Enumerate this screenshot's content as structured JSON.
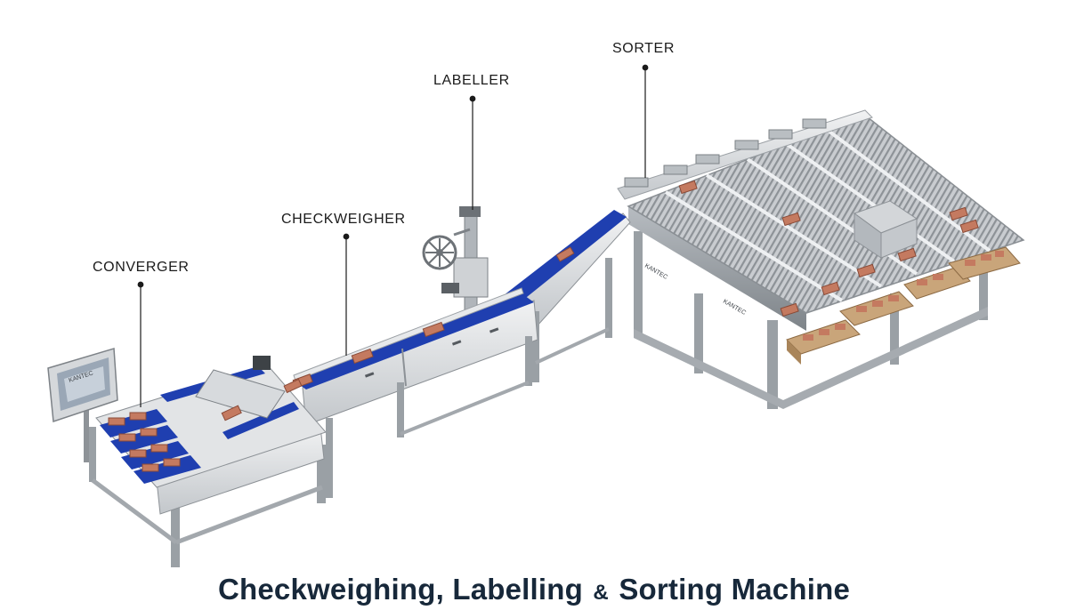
{
  "labels": {
    "sorter": "SORTER",
    "labeller": "LABELLER",
    "checkweigher": "CHECKWEIGHER",
    "converger": "CONVERGER"
  },
  "caption": {
    "part1": "Checkweighing, Labelling",
    "amp": "&",
    "part2": "Sorting Machine"
  },
  "brand_text": "KANTEC",
  "colors": {
    "belt_blue": "#1f3fb0",
    "steel": "#d9dcdf",
    "steel_dark": "#8e9398",
    "product": "#c47a60",
    "carton": "#c9a57a",
    "caption": "#17283a"
  }
}
